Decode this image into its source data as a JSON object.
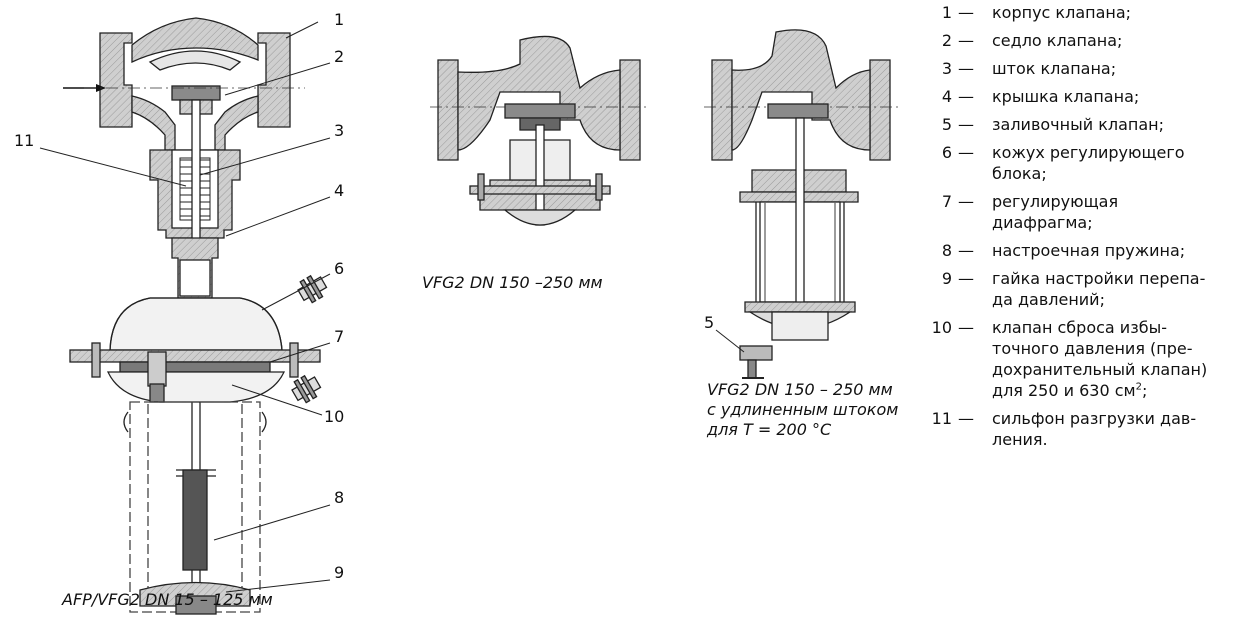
{
  "captions": {
    "left": "AFP/VFG2 DN 15 – 125 мм",
    "middle": "VFG2 DN 150 –250 мм",
    "right_line1": "VFG2 DN 150 – 250 мм",
    "right_line2": "с удлиненным штоком",
    "right_line3": "для T = 200 °С"
  },
  "callouts_left": [
    "1",
    "2",
    "3",
    "4",
    "6",
    "7",
    "8",
    "9",
    "10",
    "11"
  ],
  "callout_right": "5",
  "legend": [
    {
      "num": "1",
      "dash": "—",
      "lines": [
        "корпус клапана;"
      ]
    },
    {
      "num": "2",
      "dash": "—",
      "lines": [
        "седло клапана;"
      ]
    },
    {
      "num": "3",
      "dash": "—",
      "lines": [
        "шток клапана;"
      ]
    },
    {
      "num": "4",
      "dash": "—",
      "lines": [
        "крышка клапана;"
      ]
    },
    {
      "num": "5",
      "dash": "—",
      "lines": [
        "заливочный клапан;"
      ]
    },
    {
      "num": "6",
      "dash": "—",
      "lines": [
        "кожух регулирующего",
        "блока;"
      ]
    },
    {
      "num": "7",
      "dash": "—",
      "lines": [
        "регулирующая",
        "диафрагма;"
      ]
    },
    {
      "num": "8",
      "dash": "—",
      "lines": [
        "настроечная пружина;"
      ]
    },
    {
      "num": "9",
      "dash": "—",
      "lines": [
        "гайка настройки перепа-",
        "да давлений;"
      ]
    },
    {
      "num": "10",
      "dash": "—",
      "lines": [
        "клапан сброса избы-",
        "точного давления (пре-",
        "дохранительный клапан)",
        "для 250 и 630 см",
        "2",
        ";"
      ]
    },
    {
      "num": "11",
      "dash": "—",
      "lines": [
        "сильфон разгрузки дав-",
        "ления."
      ]
    }
  ]
}
